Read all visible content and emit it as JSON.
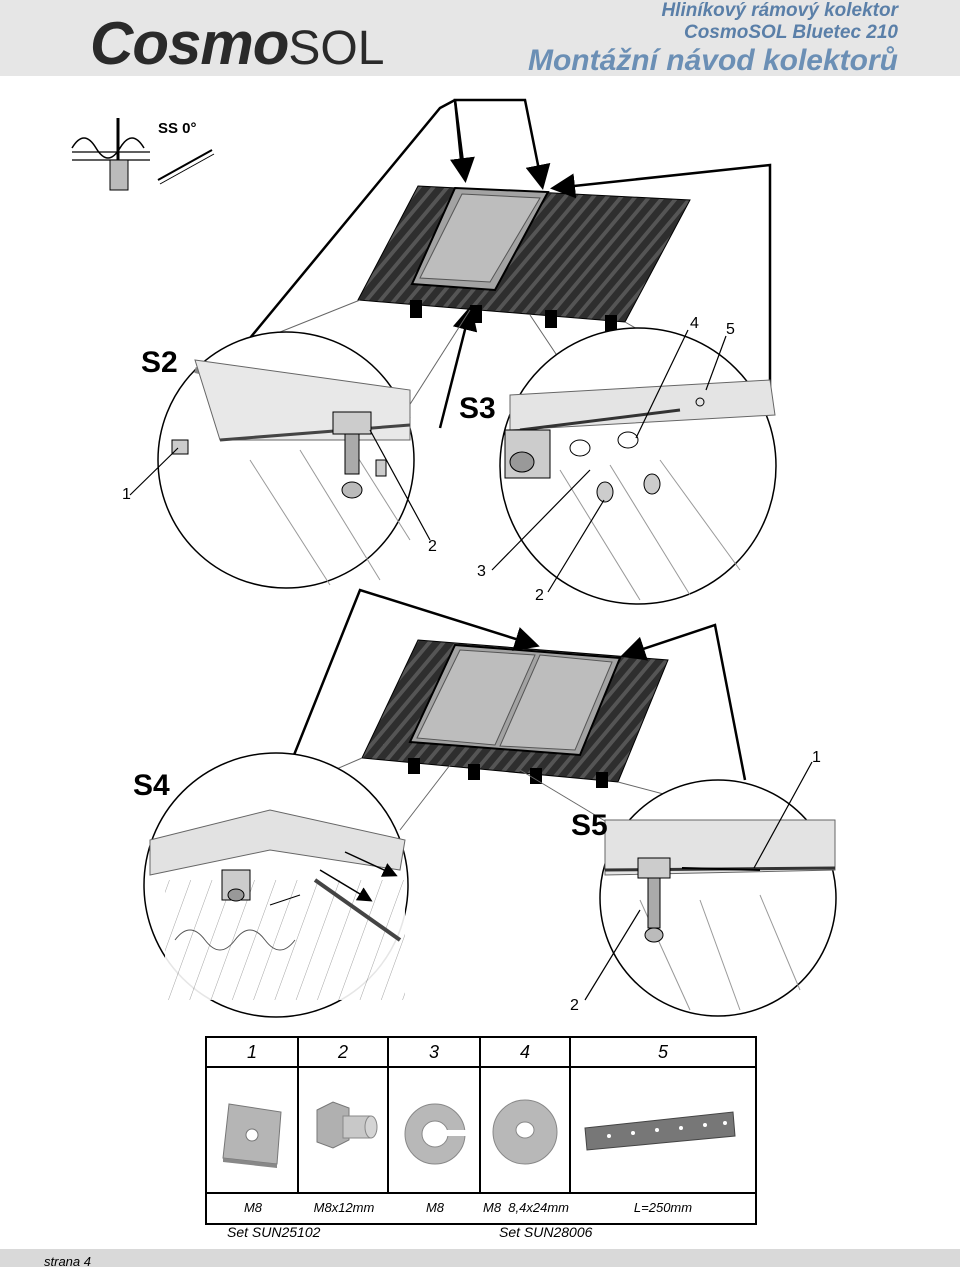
{
  "header": {
    "logo_bold": "Cosmo",
    "logo_light": "SOL",
    "line1": "Hliníkový rámový kolektor",
    "line2": "CosmoSOL Bluetec 210",
    "line3": "Montážní návod kolektorů"
  },
  "diagram": {
    "tilt_label": "SS 0°",
    "detail_labels": [
      "S2",
      "S3",
      "S4",
      "S5"
    ],
    "callouts_s2": [
      "1",
      "2"
    ],
    "callouts_s3": [
      "4",
      "5",
      "3",
      "2"
    ],
    "callouts_s5": [
      "1",
      "2"
    ]
  },
  "parts_table": {
    "numbers": [
      "1",
      "2",
      "3",
      "4",
      "5"
    ],
    "parts": [
      {
        "icon": "square-plate-icon",
        "spec": "M8"
      },
      {
        "icon": "hex-bolt-icon",
        "spec": "M8x12mm"
      },
      {
        "icon": "split-washer-icon",
        "spec": "M8"
      },
      {
        "icon": "flat-washer-icon",
        "spec": "M8  8,4x24mm"
      },
      {
        "icon": "perforated-strip-icon",
        "spec": "L=250mm"
      }
    ],
    "sets": [
      "Set SUN25102",
      "Set SUN28006"
    ]
  },
  "footer": {
    "page": "strana 4"
  },
  "colors": {
    "header_bg": "#e6e6e6",
    "title_blue": "#5a7fa8",
    "roof_dark": "#3a3a3a",
    "panel_gray": "#9a9a9a"
  }
}
